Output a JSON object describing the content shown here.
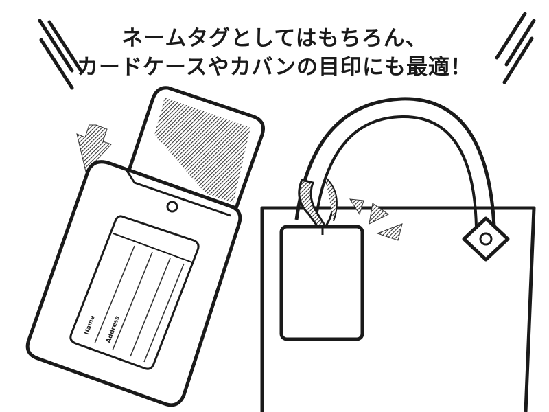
{
  "headline": {
    "line1": "ネームタグとしてはもちろん、",
    "line2": "カードケースやカバンの目印にも最適！"
  },
  "tag_card": {
    "name_label": "Name",
    "address_label": "Address"
  },
  "colors": {
    "ink": "#1a1a1a",
    "paper": "#ffffff",
    "hatch": "#333333"
  }
}
